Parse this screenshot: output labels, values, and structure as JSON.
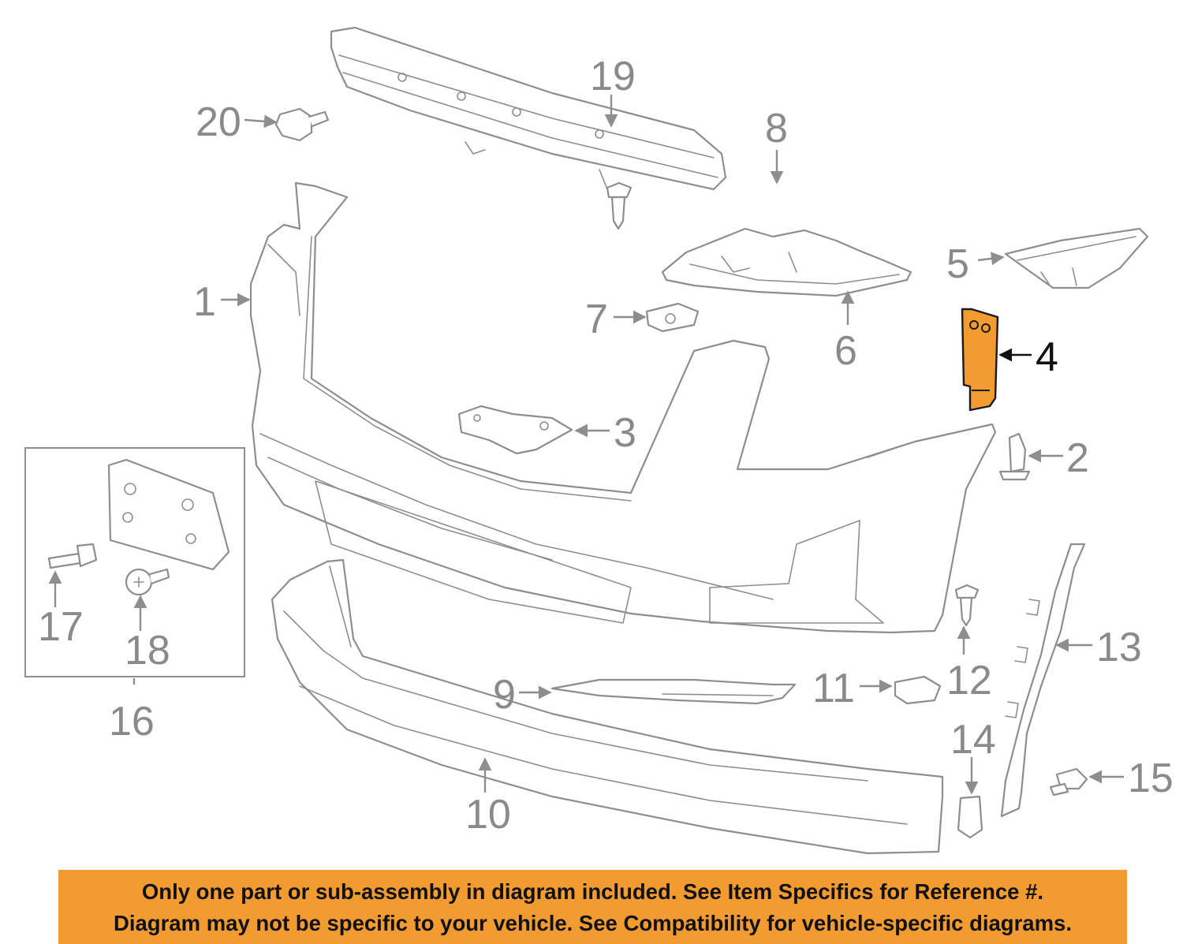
{
  "colors": {
    "highlight": "#f29b30",
    "part_stroke": "#8e8e8e",
    "label": "#8a8a8a",
    "highlight_label": "#111111",
    "banner": "#f29b30"
  },
  "callouts": {
    "c1": "1",
    "c2": "2",
    "c3": "3",
    "c4": "4",
    "c5": "5",
    "c6": "6",
    "c7": "7",
    "c8": "8",
    "c9": "9",
    "c10": "10",
    "c11": "11",
    "c12": "12",
    "c13": "13",
    "c14": "14",
    "c15": "15",
    "c16": "16",
    "c17": "17",
    "c18": "18",
    "c19": "19",
    "c20": "20"
  },
  "highlighted_part": "4",
  "banner": {
    "line1": "Only one part or sub-assembly in diagram included. See Item Specifics for Reference #.",
    "line2": "Diagram may not be specific to your vehicle. See Compatibility for vehicle-specific diagrams."
  }
}
